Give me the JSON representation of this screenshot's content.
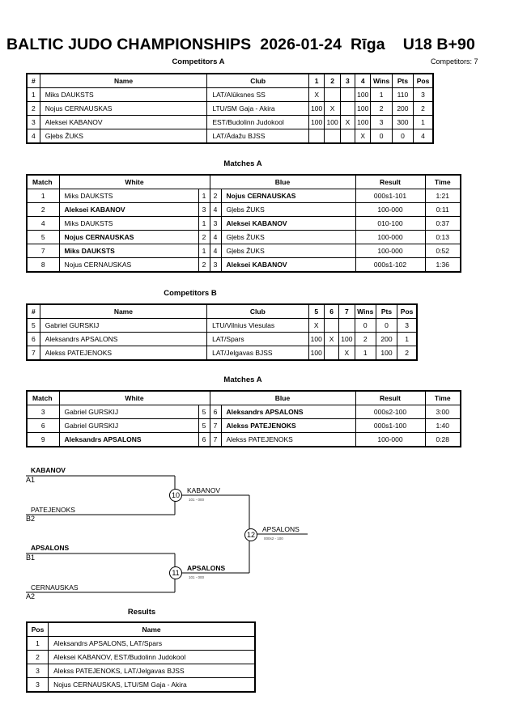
{
  "title": "BALTIC JUDO CHAMPIONSHIPS  2026-01-24  Rīga    U18 B+90",
  "competitors_a": {
    "heading": "Competitors A",
    "count_label": "Competitors: 7",
    "headers": [
      "#",
      "Name",
      "Club",
      "1",
      "2",
      "3",
      "4",
      "Wins",
      "Pts",
      "Pos"
    ],
    "rows": [
      {
        "no": "1",
        "name": "Miks DAUKSTS",
        "club": "LAT/Alūksnes SS",
        "c1": "X",
        "c2": "",
        "c3": "",
        "c4": "100",
        "wins": "1",
        "pts": "110",
        "pos": "3"
      },
      {
        "no": "2",
        "name": "Nojus CERNAUSKAS",
        "club": "LTU/SM Gaja - Akira",
        "c1": "100",
        "c2": "X",
        "c3": "",
        "c4": "100",
        "wins": "2",
        "pts": "200",
        "pos": "2"
      },
      {
        "no": "3",
        "name": "Aleksei KABANOV",
        "club": "EST/Budolinn Judokool",
        "c1": "100",
        "c2": "100",
        "c3": "X",
        "c4": "100",
        "wins": "3",
        "pts": "300",
        "pos": "1"
      },
      {
        "no": "4",
        "name": "Gļebs ŽUKS",
        "club": "LAT/Ādažu BJSS",
        "c1": "",
        "c2": "",
        "c3": "",
        "c4": "X",
        "wins": "0",
        "pts": "0",
        "pos": "4"
      }
    ]
  },
  "matches_a1": {
    "heading": "Matches A",
    "headers": [
      "Match",
      "White",
      "Blue",
      "Result",
      "Time"
    ],
    "rows": [
      {
        "match": "1",
        "white": "Miks DAUKSTS",
        "w": "1",
        "b": "2",
        "blue": "Nojus CERNAUSKAS",
        "result": "000s1-101",
        "time": "1:21",
        "win": "blue"
      },
      {
        "match": "2",
        "white": "Aleksei KABANOV",
        "w": "3",
        "b": "4",
        "blue": "Gļebs ŽUKS",
        "result": "100-000",
        "time": "0:11",
        "win": "white"
      },
      {
        "match": "4",
        "white": "Miks DAUKSTS",
        "w": "1",
        "b": "3",
        "blue": "Aleksei KABANOV",
        "result": "010-100",
        "time": "0:37",
        "win": "blue"
      },
      {
        "match": "5",
        "white": "Nojus CERNAUSKAS",
        "w": "2",
        "b": "4",
        "blue": "Gļebs ŽUKS",
        "result": "100-000",
        "time": "0:13",
        "win": "white"
      },
      {
        "match": "7",
        "white": "Miks DAUKSTS",
        "w": "1",
        "b": "4",
        "blue": "Gļebs ŽUKS",
        "result": "100-000",
        "time": "0:52",
        "win": "white"
      },
      {
        "match": "8",
        "white": "Nojus CERNAUSKAS",
        "w": "2",
        "b": "3",
        "blue": "Aleksei KABANOV",
        "result": "000s1-102",
        "time": "1:36",
        "win": "blue"
      }
    ]
  },
  "competitors_b": {
    "heading": "Competitors B",
    "headers": [
      "#",
      "Name",
      "Club",
      "5",
      "6",
      "7",
      "Wins",
      "Pts",
      "Pos"
    ],
    "rows": [
      {
        "no": "5",
        "name": "Gabriel GURSKIJ",
        "club": "LTU/Vilnius Viesulas",
        "c1": "X",
        "c2": "",
        "c3": "",
        "wins": "0",
        "pts": "0",
        "pos": "3"
      },
      {
        "no": "6",
        "name": "Aleksandrs APSALONS",
        "club": "LAT/Spars",
        "c1": "100",
        "c2": "X",
        "c3": "100",
        "wins": "2",
        "pts": "200",
        "pos": "1"
      },
      {
        "no": "7",
        "name": "Alekss PATEJENOKS",
        "club": "LAT/Jelgavas BJSS",
        "c1": "100",
        "c2": "",
        "c3": "X",
        "wins": "1",
        "pts": "100",
        "pos": "2"
      }
    ]
  },
  "matches_a2": {
    "heading": "Matches A",
    "headers": [
      "Match",
      "White",
      "Blue",
      "Result",
      "Time"
    ],
    "rows": [
      {
        "match": "3",
        "white": "Gabriel GURSKIJ",
        "w": "5",
        "b": "6",
        "blue": "Aleksandrs APSALONS",
        "result": "000s2-100",
        "time": "3:00",
        "win": "blue"
      },
      {
        "match": "6",
        "white": "Gabriel GURSKIJ",
        "w": "5",
        "b": "7",
        "blue": "Alekss PATEJENOKS",
        "result": "000s1-100",
        "time": "1:40",
        "win": "blue"
      },
      {
        "match": "9",
        "white": "Aleksandrs APSALONS",
        "w": "6",
        "b": "7",
        "blue": "Alekss PATEJENOKS",
        "result": "100-000",
        "time": "0:28",
        "win": "white"
      }
    ]
  },
  "bracket": {
    "semi1": {
      "top_name": "KABANOV",
      "top_seed": "A1",
      "bottom_name": "PATEJENOKS",
      "bottom_seed": "B2",
      "match": "10",
      "winner": "KABANOV",
      "score": "101 - 000"
    },
    "semi2": {
      "top_name": "APSALONS",
      "top_seed": "B1",
      "bottom_name": "CERNAUSKAS",
      "bottom_seed": "A2",
      "match": "11",
      "winner": "APSALONS",
      "score": "101 - 000"
    },
    "final": {
      "match": "12",
      "winner": "APSALONS",
      "score": "000s2 - 100"
    }
  },
  "results": {
    "heading": "Results",
    "headers": [
      "Pos",
      "Name"
    ],
    "rows": [
      {
        "pos": "1",
        "name": "Aleksandrs APSALONS, LAT/Spars"
      },
      {
        "pos": "2",
        "name": "Aleksei KABANOV, EST/Budolinn Judokool"
      },
      {
        "pos": "3",
        "name": "Alekss PATEJENOKS, LAT/Jelgavas BJSS"
      },
      {
        "pos": "3",
        "name": "Nojus CERNAUSKAS, LTU/SM Gaja - Akira"
      }
    ]
  }
}
